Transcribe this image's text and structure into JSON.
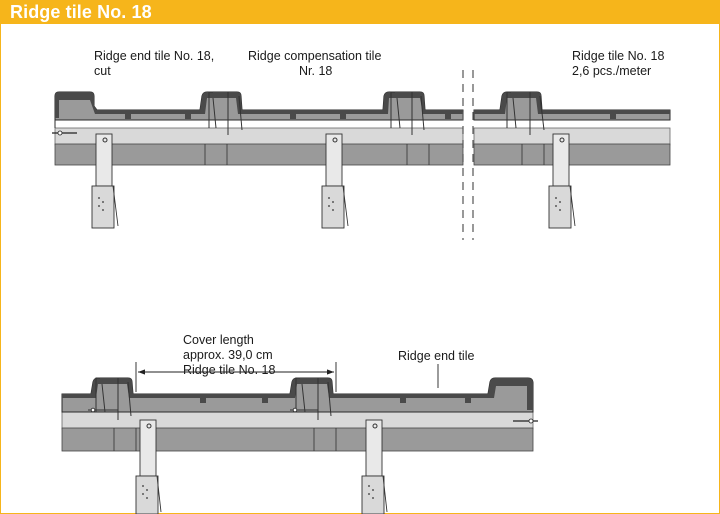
{
  "header": {
    "title": "Ridge tile No. 18"
  },
  "top_drawing": {
    "label_end_tile": "Ridge end tile No. 18,\ncut",
    "label_comp_tile_1": "Ridge compensation tile",
    "label_comp_tile_2": "Nr. 18",
    "label_ridge_tile_1": "Ridge tile No. 18",
    "label_ridge_tile_2": "2,6 pcs./meter"
  },
  "bottom_drawing": {
    "label_cover_1": "Cover length",
    "label_cover_2": "approx. 39,0 cm",
    "label_cover_3": "Ridge tile No. 18",
    "label_ridge_end": "Ridge end tile"
  },
  "colors": {
    "header": "#f6b51b",
    "tile_dark": "#4a4a4a",
    "tile_mid": "#9a9a9a",
    "batten_light": "#d9d9d9",
    "outline": "#2b2b2b"
  }
}
